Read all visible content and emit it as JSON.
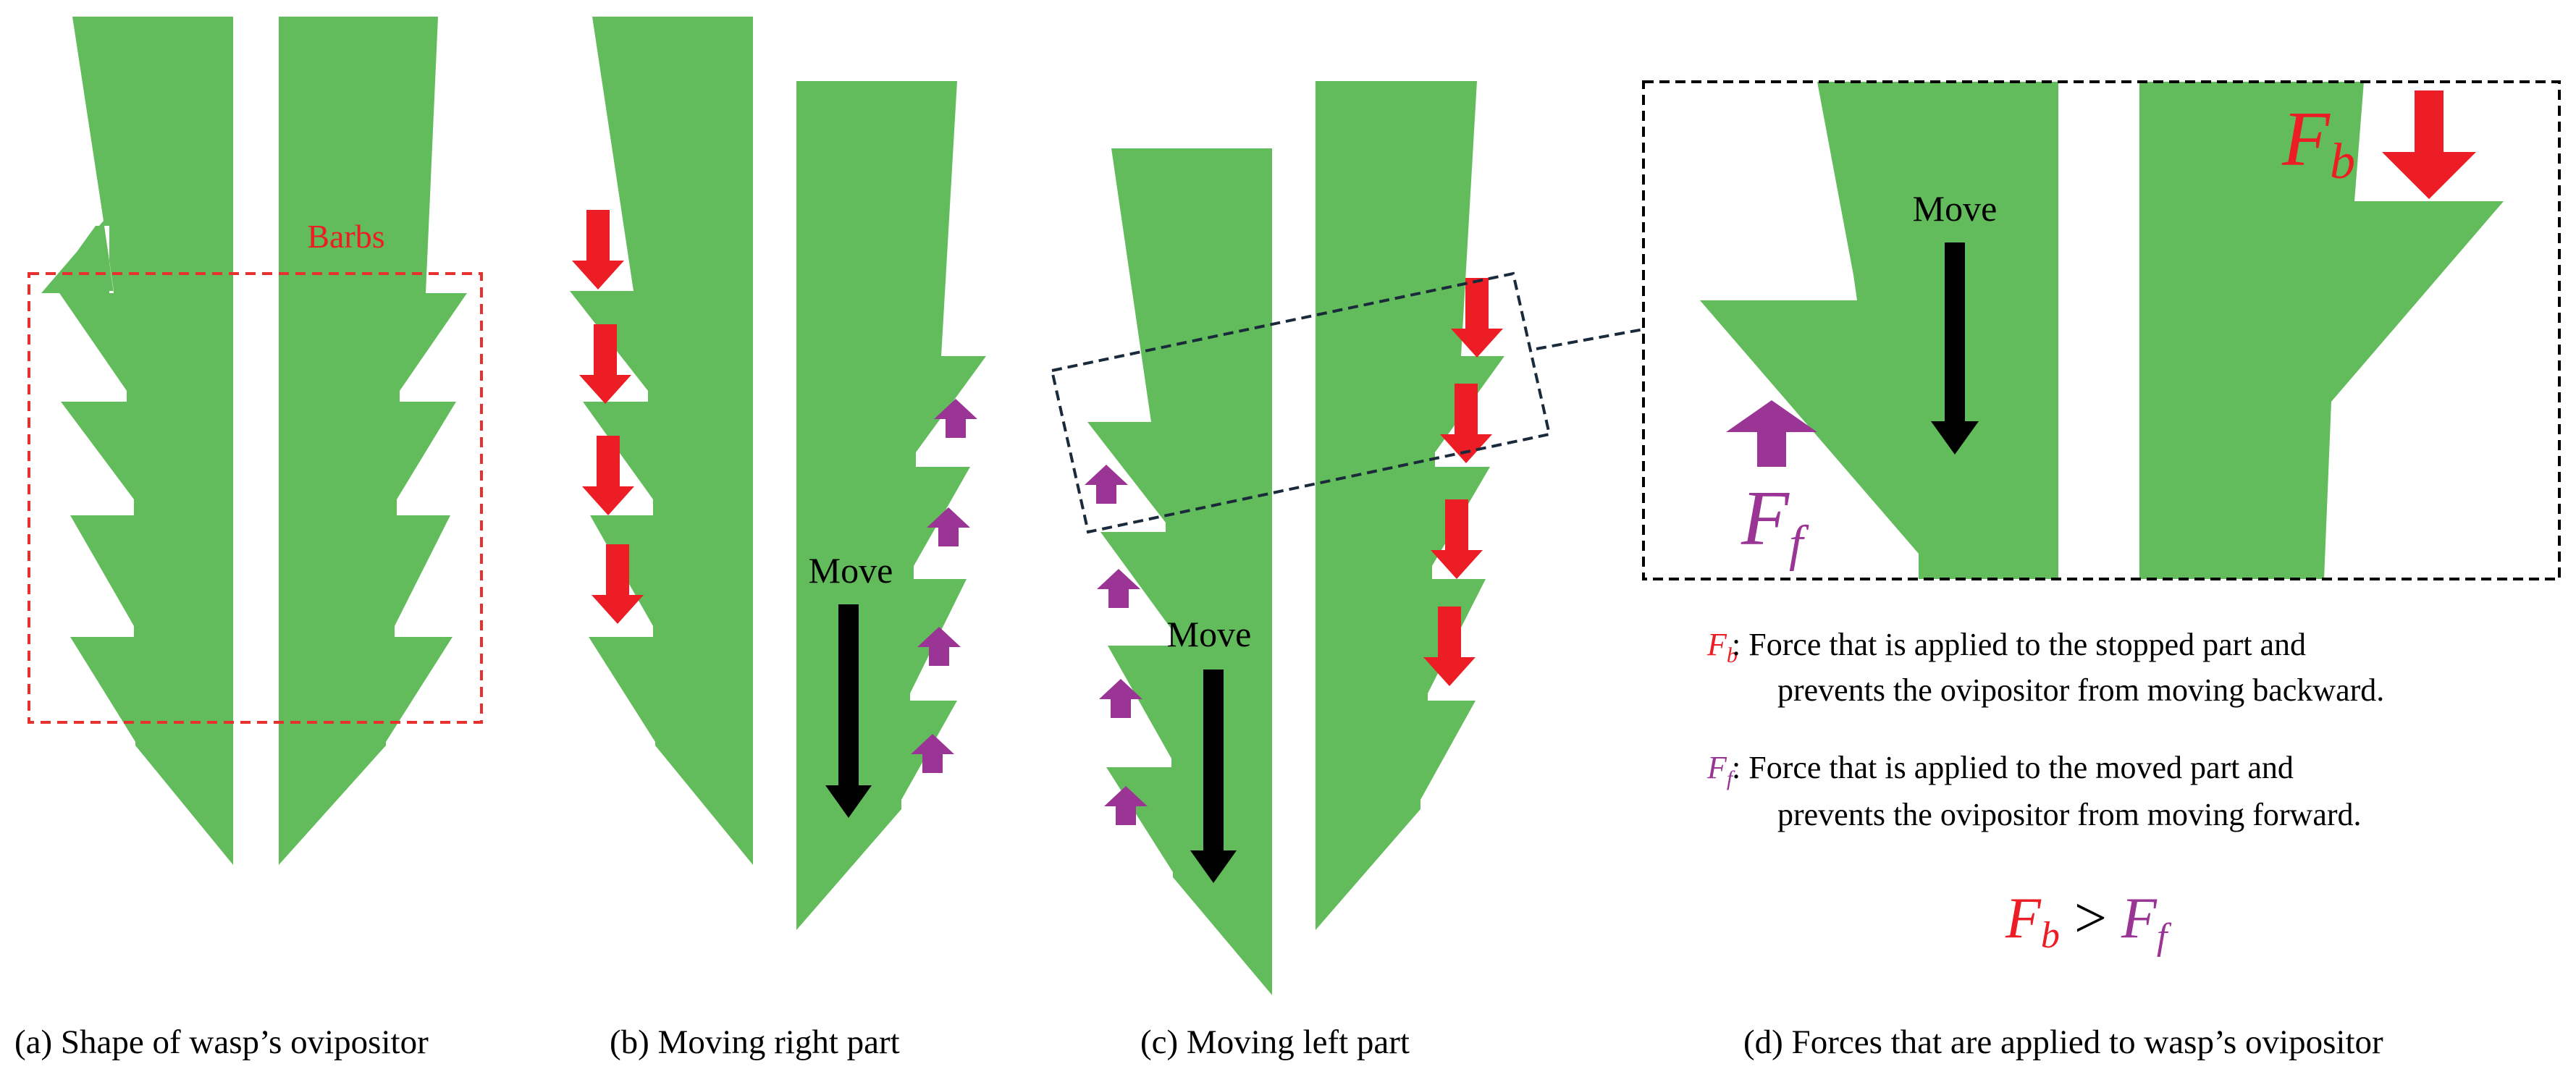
{
  "colors": {
    "green": "#63BC5C",
    "red": "#EC1D24",
    "purple": "#9A3595",
    "black": "#000000",
    "box_dash_red": "#E8312F",
    "box_dash_navy": "#1A2A3A"
  },
  "panel_a": {
    "barbs_label": "Barbs",
    "caption": "(a) Shape of wasp’s ovipositor"
  },
  "panel_b": {
    "move_label": "Move",
    "caption": "(b) Moving right part"
  },
  "panel_c": {
    "move_label": "Move",
    "caption": "(c) Moving left part"
  },
  "panel_d": {
    "move_label": "Move",
    "fb_symbol": "F",
    "fb_sub": "b",
    "ff_symbol": "F",
    "ff_sub": "f",
    "caption": "(d) Forces that are applied to wasp’s ovipositor",
    "legend": [
      {
        "symbol": "F",
        "sub": "b",
        "color_key": "red",
        "line1": " : Force that is applied to the stopped part and",
        "line2": "prevents the ovipositor from moving backward."
      },
      {
        "symbol": "F",
        "sub": "f",
        "color_key": "purple",
        "line1": " : Force that is applied to the moved part and",
        "line2": "prevents the ovipositor from moving forward."
      }
    ],
    "inequality": {
      "left": "F",
      "left_sub": "b",
      "op": ">",
      "right": "F",
      "right_sub": "f"
    }
  },
  "icons": [
    "force-arrow-down-icon",
    "force-arrow-up-icon",
    "move-arrow-icon"
  ]
}
